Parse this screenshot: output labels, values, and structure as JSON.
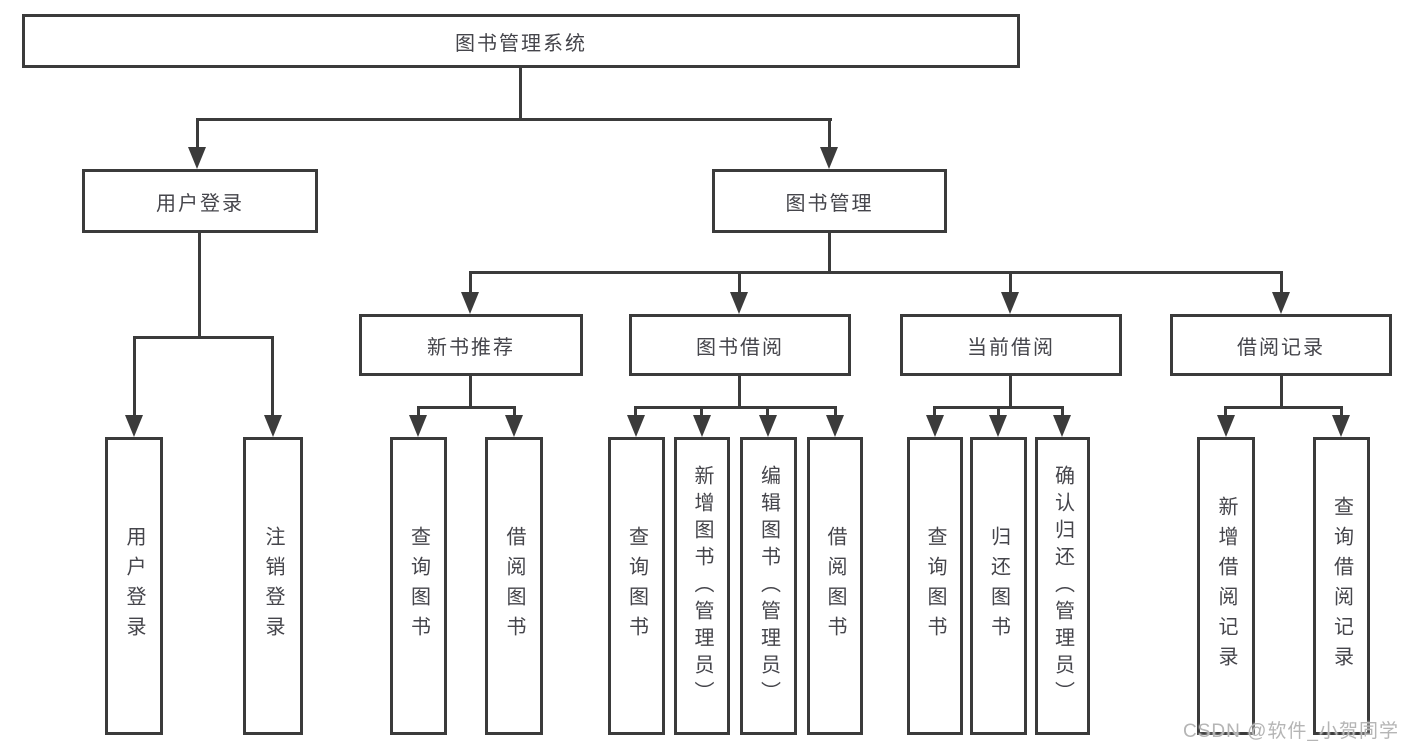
{
  "tree": {
    "root": {
      "label": "图书管理系统"
    },
    "branches": [
      {
        "label": "用户登录",
        "children": [
          {
            "label": "用户登录"
          },
          {
            "label": "注销登录"
          }
        ]
      },
      {
        "label": "图书管理",
        "children": [
          {
            "label": "新书推荐",
            "children": [
              {
                "label": "查询图书"
              },
              {
                "label": "借阅图书"
              }
            ]
          },
          {
            "label": "图书借阅",
            "children": [
              {
                "label": "查询图书"
              },
              {
                "label": "新增图书（管理员）"
              },
              {
                "label": "编辑图书（管理员）"
              },
              {
                "label": "借阅图书"
              }
            ]
          },
          {
            "label": "当前借阅",
            "children": [
              {
                "label": "查询图书"
              },
              {
                "label": "归还图书"
              },
              {
                "label": "确认归还（管理员）"
              }
            ]
          },
          {
            "label": "借阅记录",
            "children": [
              {
                "label": "新增借阅记录"
              },
              {
                "label": "查询借阅记录"
              }
            ]
          }
        ]
      }
    ]
  },
  "watermark": {
    "text": "CSDN @软件_小贺同学"
  },
  "colors": {
    "line": "#3b3b3b",
    "text": "#45454b",
    "watermark": "#b5b5b5",
    "background": "#ffffff"
  }
}
